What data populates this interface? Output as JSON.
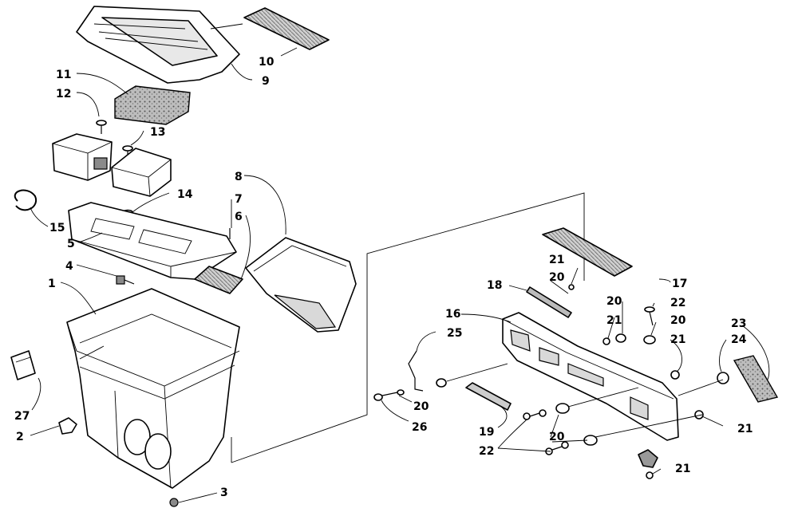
{
  "callouts": [
    {
      "id": "c1",
      "label": "1"
    },
    {
      "id": "c2",
      "label": "2"
    },
    {
      "id": "c3",
      "label": "3"
    },
    {
      "id": "c4",
      "label": "4"
    },
    {
      "id": "c5",
      "label": "5"
    },
    {
      "id": "c6",
      "label": "6"
    },
    {
      "id": "c7",
      "label": "7"
    },
    {
      "id": "c8",
      "label": "8"
    },
    {
      "id": "c9",
      "label": "9"
    },
    {
      "id": "c10",
      "label": "10"
    },
    {
      "id": "c11",
      "label": "11"
    },
    {
      "id": "c12",
      "label": "12"
    },
    {
      "id": "c13",
      "label": "13"
    },
    {
      "id": "c14",
      "label": "14"
    },
    {
      "id": "c15",
      "label": "15"
    },
    {
      "id": "c16",
      "label": "16"
    },
    {
      "id": "c17",
      "label": "17"
    },
    {
      "id": "c18",
      "label": "18"
    },
    {
      "id": "c19",
      "label": "19"
    },
    {
      "id": "c20a",
      "label": "20"
    },
    {
      "id": "c20b",
      "label": "20"
    },
    {
      "id": "c20c",
      "label": "20"
    },
    {
      "id": "c20d",
      "label": "20"
    },
    {
      "id": "c21a",
      "label": "21"
    },
    {
      "id": "c21b",
      "label": "21"
    },
    {
      "id": "c21c",
      "label": "21"
    },
    {
      "id": "c21d",
      "label": "21"
    },
    {
      "id": "c21e",
      "label": "21"
    },
    {
      "id": "c22a",
      "label": "22"
    },
    {
      "id": "c22b",
      "label": "22"
    },
    {
      "id": "c23",
      "label": "23"
    },
    {
      "id": "c24",
      "label": "24"
    },
    {
      "id": "c25",
      "label": "25"
    },
    {
      "id": "c26",
      "label": "26"
    },
    {
      "id": "c27",
      "label": "27"
    }
  ]
}
